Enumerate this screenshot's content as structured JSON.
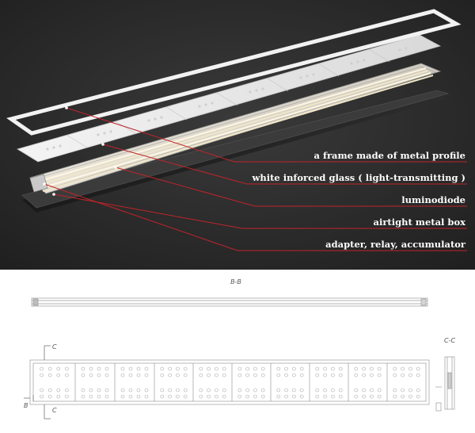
{
  "labels": [
    "a frame made of metal profile",
    "white inforced glass ( light-transmitting )",
    "luminodiode",
    "airtight metal box",
    "adapter, relay, accumulator"
  ],
  "drawing": {
    "section_bb": "B-B",
    "section_cc": "C-C",
    "mark_c_top": "C",
    "mark_c_bottom": "C",
    "mark_b": "B"
  },
  "colors": {
    "background_top": "#2b2b2b",
    "leader_line": "#c0242a",
    "label_text": "#ffffff",
    "drawing_line": "#9a9a9a"
  }
}
